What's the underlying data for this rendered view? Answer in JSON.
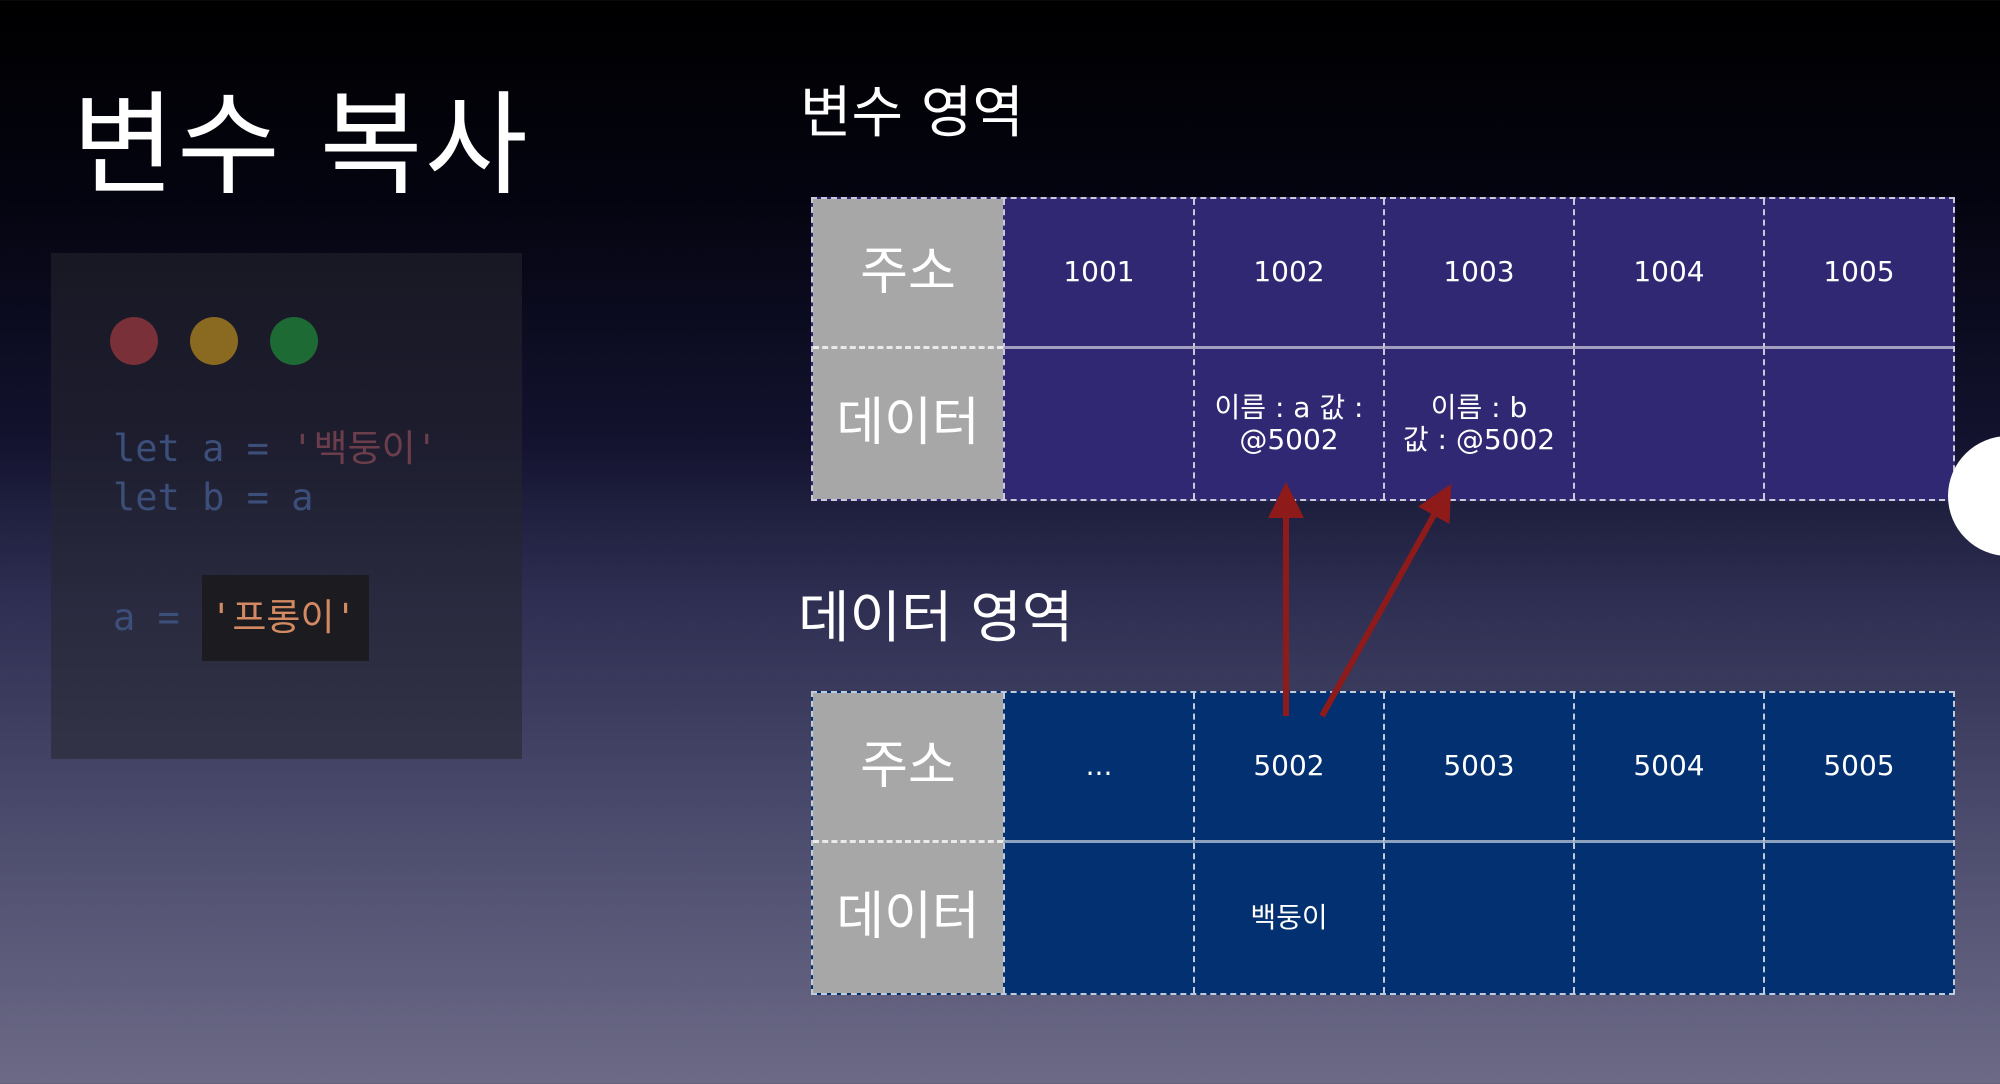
{
  "title": "변수 복사",
  "code": {
    "line1": {
      "kw": "let a = ",
      "str": "'백둥이'"
    },
    "line2": "let b = a",
    "line3": {
      "prefix": "a = ",
      "highlight": "'프롱이'"
    }
  },
  "variable_region": {
    "label": "변수 영역",
    "row_headers": [
      "주소",
      "데이터"
    ],
    "addresses": [
      "1001",
      "1002",
      "1003",
      "1004",
      "1005"
    ],
    "data": [
      "",
      "이름 : a 값 :\n@5002",
      "이름 : b\n값 : @5002",
      "",
      ""
    ]
  },
  "data_region": {
    "label": "데이터 영역",
    "row_headers": [
      "주소",
      "데이터"
    ],
    "addresses": [
      "...",
      "5002",
      "5003",
      "5004",
      "5005"
    ],
    "data": [
      "",
      "백둥이",
      "",
      "",
      ""
    ]
  },
  "colors": {
    "variable_table": "#302872",
    "data_table": "#033070",
    "header_cell": "#a7a7a7",
    "arrow": "#8e1a1a"
  }
}
